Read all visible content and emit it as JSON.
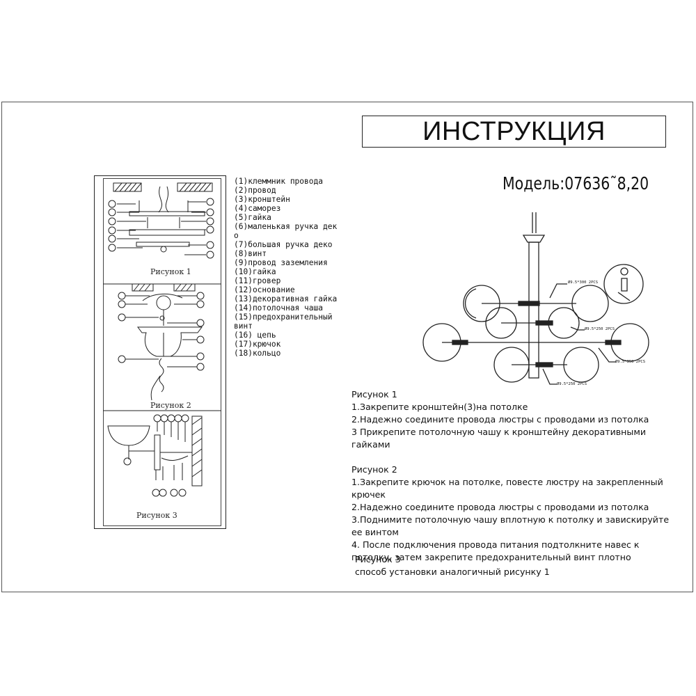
{
  "title": "ИНСТРУКЦИЯ",
  "model": "Модель:07636˜8,20",
  "parts": [
    "(1)клеммник провода",
    "(2)провод",
    "(3)кронштейн",
    "(4)саморез",
    "(5)гайка",
    "(6)маленькая ручка деко",
    "(7)большая ручка деко",
    "(8)винт",
    "(9)провод заземления",
    "(10)гайка",
    "(11)гровер",
    "(12)основание",
    "(13)декоративная гайка",
    "(14)потолочная чаша",
    "(15)предохранительный винт",
    "(16) цепь",
    "(17)крючок",
    "(18)кольцо"
  ],
  "figures": {
    "fig1_caption": "Рисунок 1",
    "fig2_caption": "Рисунок 2",
    "fig3_caption": "Рисунок 3"
  },
  "diagram_labels": {
    "pipe1": "Ø9.5*300 2PCS",
    "pipe2": "Ø9.5*250 2PCS",
    "pipe3": "Ø9.5*350 2PCS",
    "pipe4": "Ø9.5*250 2PCS"
  },
  "instructions": {
    "fig1_heading": "Рисунок 1",
    "fig1_steps": [
      "1.Закрепите кронштейн(3)на потолке",
      "2.Надежно соедините провода люстры с проводами из потолка",
      "3 Прикрепите потолочную чашу к кронштейну декоративными гайками"
    ],
    "fig2_heading": "Рисунок 2",
    "fig2_steps": [
      "1.Закрепите крючок на потолке, повесте люстру на закрепленный крючек",
      "2.Надежно соедините провода люстры с проводами из потолка",
      "3.Поднимите потолочную чашу вплотную к потолку и завискируйте ее винтом",
      "4.  После подключения провода питания подтолкните навес к потолку, затем закрепите предохранительный винт плотно"
    ],
    "fig3_heading": "Рисунок 3",
    "fig3_steps": [
      "способ установки аналогичный рисунку 1"
    ]
  }
}
